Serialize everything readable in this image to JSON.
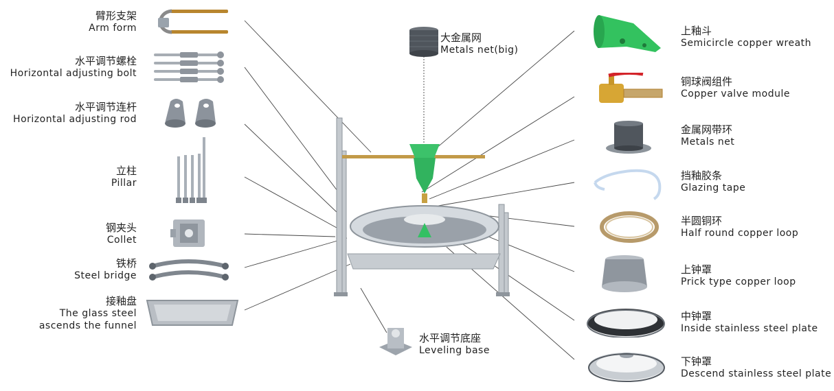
{
  "parts_left": [
    {
      "cn": "臂形支架",
      "en": "Arm form"
    },
    {
      "cn": "水平调节螺栓",
      "en": "Horizontal adjusting bolt"
    },
    {
      "cn": "水平调节连杆",
      "en": "Horizontal adjusting rod"
    },
    {
      "cn": "立柱",
      "en": "Pillar"
    },
    {
      "cn": "钢夹头",
      "en": "Collet"
    },
    {
      "cn": "铁桥",
      "en": "Steel bridge"
    },
    {
      "cn": "接釉盘",
      "en": [
        "The glass steel",
        "ascends the funnel"
      ]
    }
  ],
  "parts_right": [
    {
      "cn": "上釉斗",
      "en": "Semicircle copper wreath"
    },
    {
      "cn": "铜球阀组件",
      "en": "Copper valve module"
    },
    {
      "cn": "金属网带环",
      "en": "Metals net"
    },
    {
      "cn": "挡釉胶条",
      "en": "Glazing tape"
    },
    {
      "cn": "半圆铜环",
      "en": "Half round copper loop"
    },
    {
      "cn": "上钟罩",
      "en": "Prick type copper loop"
    },
    {
      "cn": "中钟罩",
      "en": "Inside stainless steel plate"
    },
    {
      "cn": "下钟罩",
      "en": "Descend stainless steel plate"
    }
  ],
  "part_top": {
    "cn": "大金属网",
    "en": "Metals net(big)"
  },
  "part_bottom": {
    "cn": "水平调节底座",
    "en": "Leveling base"
  }
}
